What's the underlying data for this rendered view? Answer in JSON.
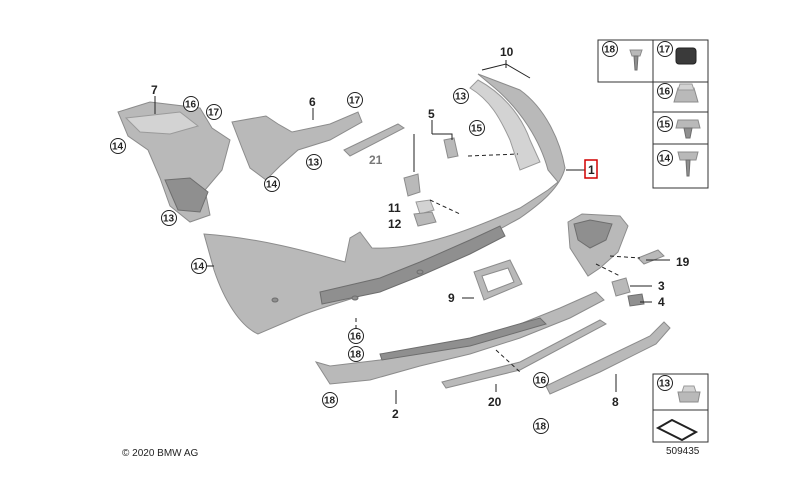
{
  "callouts": {
    "c1": "1",
    "c2": "2",
    "c3": "3",
    "c4": "4",
    "c5": "5",
    "c7": "7",
    "c6": "6",
    "c8": "8",
    "c9": "9",
    "c10": "10",
    "c11": "11",
    "c12": "12",
    "c19": "19",
    "c20": "20",
    "c21": "21",
    "c13": "13",
    "c14": "14",
    "c15": "15",
    "c16": "16",
    "c17": "17",
    "c18": "18"
  },
  "legend": {
    "items": [
      "18",
      "17",
      "16",
      "15",
      "14",
      "13"
    ]
  },
  "footer": {
    "copyright": "© 2020 BMW AG",
    "reference": "509435"
  }
}
